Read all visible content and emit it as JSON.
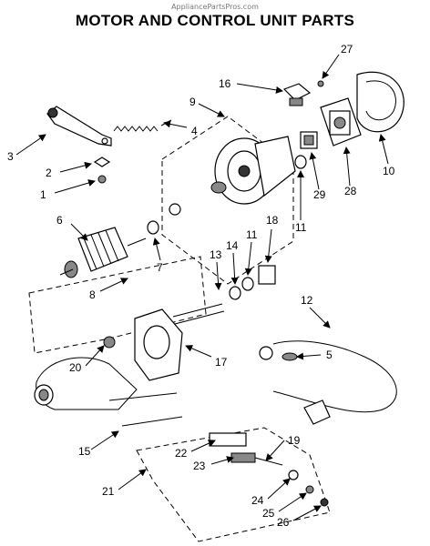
{
  "watermark": "AppliancePartsPros.com",
  "title": "MOTOR AND CONTROL UNIT PARTS",
  "callouts": [
    "1",
    "2",
    "3",
    "4",
    "5",
    "6",
    "7",
    "8",
    "9",
    "10",
    "11",
    "11",
    "12",
    "13",
    "14",
    "15",
    "16",
    "17",
    "18",
    "19",
    "20",
    "21",
    "22",
    "23",
    "24",
    "25",
    "26",
    "27",
    "28",
    "29"
  ]
}
